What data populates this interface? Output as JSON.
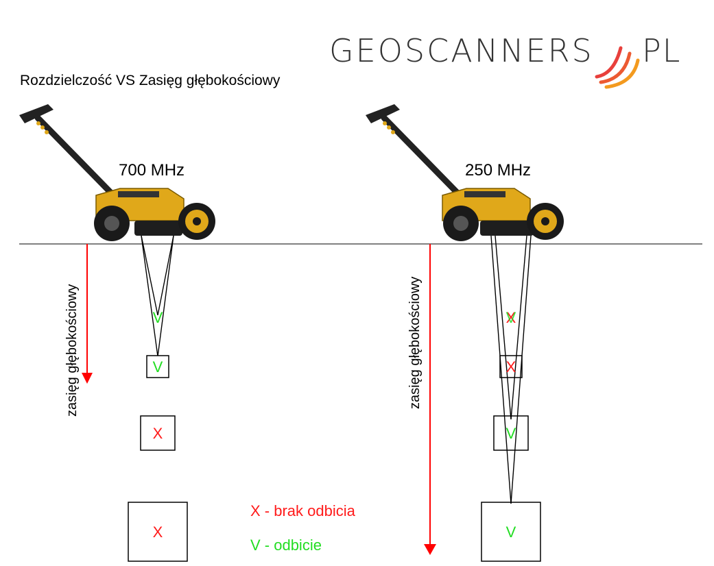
{
  "logo": {
    "main": "GEOSCANNERS",
    "suffix": "PL",
    "colors": {
      "text": "#333333",
      "arc_red": "#e8403c",
      "arc_orange": "#f39a1f"
    }
  },
  "title": "Rozdzielczość VS Zasięg głębokościowy",
  "colors": {
    "no_reflection": "#ff1a1a",
    "reflection": "#22dd22",
    "arrow": "#ff0000",
    "device_body": "#e0a81a",
    "ink": "#000000"
  },
  "devices": [
    {
      "frequency": "700 MHz",
      "depth_label": "zasięg głębokościowy",
      "targets": [
        {
          "symbols": [
            "V"
          ],
          "boxed": false
        },
        {
          "symbols": [
            "V"
          ],
          "boxed": true
        },
        {
          "symbols": [
            "X"
          ],
          "boxed": true
        },
        {
          "symbols": [
            "X"
          ],
          "boxed": true
        }
      ]
    },
    {
      "frequency": "250 MHz",
      "depth_label": "zasięg głębokościowy",
      "targets": [
        {
          "symbols": [
            "X",
            "V"
          ],
          "boxed": false
        },
        {
          "symbols": [
            "X"
          ],
          "boxed": true
        },
        {
          "symbols": [
            "V"
          ],
          "boxed": true
        },
        {
          "symbols": [
            "V"
          ],
          "boxed": true
        }
      ]
    }
  ],
  "legend": {
    "no_reflection": "X - brak odbicia",
    "reflection": "V - odbicie"
  }
}
